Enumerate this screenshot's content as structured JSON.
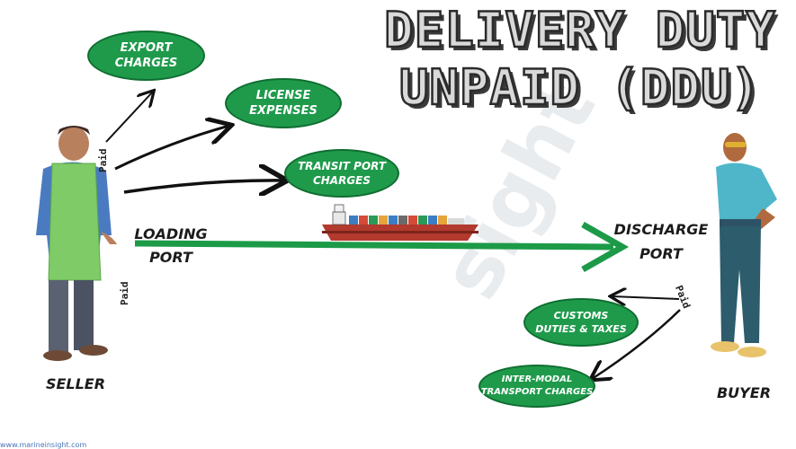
{
  "title": {
    "line1": "DELIVERY DUTY",
    "line2": "UNPAID (DDU)"
  },
  "charges": {
    "export": [
      "EXPORT",
      "CHARGES"
    ],
    "license": [
      "LICENSE",
      "EXPENSES"
    ],
    "transit": [
      "TRANSIT PORT",
      "CHARGES"
    ],
    "customs": [
      "CUSTOMS",
      "DUTIES & TAXES"
    ],
    "intermodal": [
      "INTER-MODAL",
      "TRANSPORT CHARGES"
    ]
  },
  "ports": {
    "loading": [
      "LOADING",
      "PORT"
    ],
    "discharge": [
      "DISCHARGE",
      "PORT"
    ]
  },
  "parties": {
    "seller": "SELLER",
    "buyer": "BUYER"
  },
  "paid": {
    "seller_top": "Paid",
    "seller_bottom": "Paid",
    "buyer": "Paid"
  },
  "watermark": "sight",
  "footer": "www.marineinsight.com",
  "colors": {
    "pill_green": "#1f9a4b",
    "route_green": "#1c9a48",
    "ship_hull": "#b23a2e"
  }
}
